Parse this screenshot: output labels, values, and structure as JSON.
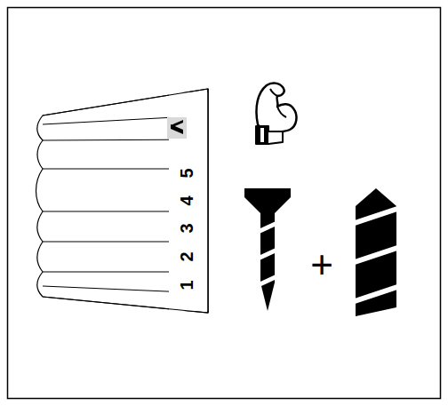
{
  "diagram": {
    "labels": [
      "1",
      "2",
      "3",
      "4",
      "5",
      "+"
    ]
  }
}
